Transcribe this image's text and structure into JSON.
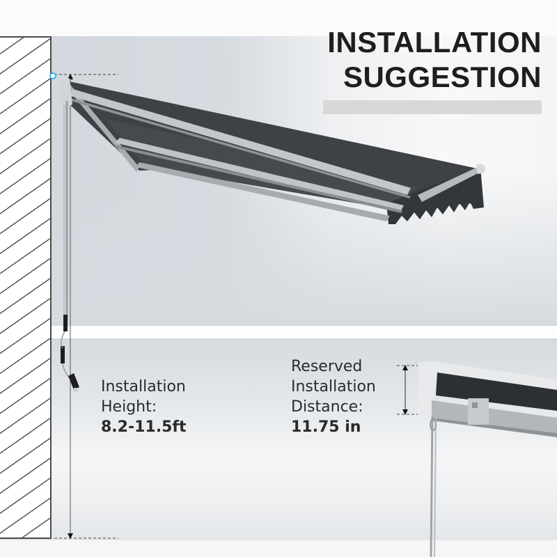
{
  "title": {
    "line1": "INSTALLATION",
    "line2": "SUGGESTION"
  },
  "installation_height": {
    "label_line1": "Installation",
    "label_line2": "Height:",
    "value": "8.2-11.5ft"
  },
  "reserved_distance": {
    "label_line1": "Reserved",
    "label_line2": "Installation",
    "label_line3": "Distance:",
    "value": "11.75 in"
  },
  "illustration": {
    "subject": "retractable-awning-mounted-on-wall",
    "awning_fabric_color": "#3d4145",
    "frame_color": "#b9bdc1",
    "accent_dot_color": "#2fb6e8",
    "wall_pattern": "diagonal-hatch"
  },
  "colors": {
    "text": "#2a2a2a",
    "title_text": "#1e1e1e",
    "title_underline": "#d8d8d8"
  }
}
